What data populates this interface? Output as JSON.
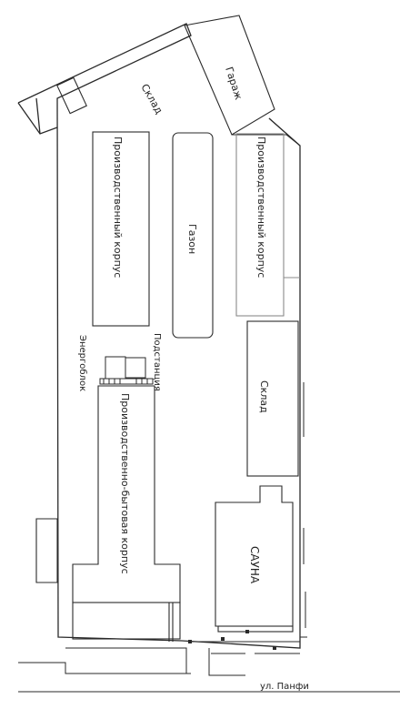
{
  "plan": {
    "labels": {
      "warehouse_top": "Склад",
      "garage": "Гараж",
      "production_left": "Производственный корпус",
      "lawn": "Газон",
      "production_right": "Производственный корпус",
      "substation": "Подстанция",
      "energy_block": "Энергоблок",
      "warehouse_right": "Склад",
      "production_household": "Производственно-бытовая корпус",
      "sauna": "САУНА",
      "street": "ул. Панфи"
    },
    "colors": {
      "line": "#2a2a2a",
      "light_line": "#8a8a8a",
      "background": "#ffffff"
    }
  }
}
